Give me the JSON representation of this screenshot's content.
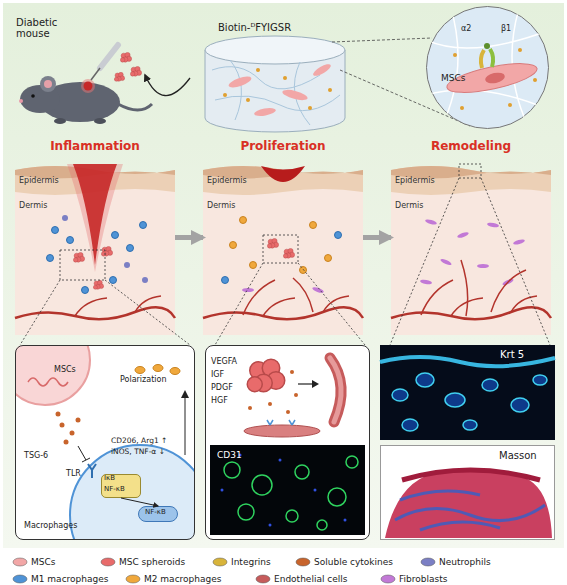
{
  "diagram": {
    "nodes": [
      {
        "text": [
          "Diabetic mouse"
        ]
      },
      {
        "text": [
          "Biotin-ᴰFYIGSR"
        ]
      },
      {
        "text": [
          "α2",
          "β1",
          "MSCs"
        ]
      },
      {
        "text": [
          "Inflammation",
          "Epidermis",
          "Dermis"
        ]
      },
      {
        "text": [
          "Proliferation",
          "Epidermis",
          "Dermis"
        ]
      },
      {
        "text": [
          "Remodeling",
          "Epidermis",
          "Dermis"
        ]
      },
      {
        "text": [
          "MSCs",
          "TSG-6",
          "Polarization",
          "CD206, Arg1 ↑",
          "iNOS, TNF-α ↓",
          "TLR",
          "Macrophages"
        ]
      },
      {
        "text": [
          "IκB",
          "NF-κB"
        ],
        "in": 6
      },
      {
        "text": [
          "NF-κB"
        ],
        "in": 6
      },
      {
        "text": [
          "VEGFA",
          "IGF",
          "PDGF",
          "HGF"
        ]
      },
      {
        "text": [
          "CD31"
        ],
        "in": 9
      },
      {
        "text": [
          "Krt 5"
        ]
      },
      {
        "text": [
          "Masson"
        ]
      }
    ],
    "edges": [
      {
        "from": 1,
        "to": 0,
        "arrow": "to"
      },
      {
        "from": 3,
        "to": 4,
        "arrow": "to"
      },
      {
        "from": 4,
        "to": 5,
        "arrow": "to"
      },
      {
        "from": 7,
        "to": 8,
        "arrow": "to"
      }
    ],
    "legend": [
      {
        "text": "MSCs",
        "color": "#f2a7a7"
      },
      {
        "text": "MSC spheroids",
        "color": "#e86b6b"
      },
      {
        "text": "Integrins",
        "color": "#d8b43a"
      },
      {
        "text": "Soluble cytokines",
        "color": "#c8642c"
      },
      {
        "text": "Neutrophils",
        "color": "#7b7fc4"
      },
      {
        "text": "M1 macrophages",
        "color": "#4f93d6"
      },
      {
        "text": "M2 macrophages",
        "color": "#f0a83c"
      },
      {
        "text": "Endothelial cells",
        "color": "#c65b5b"
      },
      {
        "text": "Fibroblasts",
        "color": "#c279d6"
      }
    ]
  }
}
